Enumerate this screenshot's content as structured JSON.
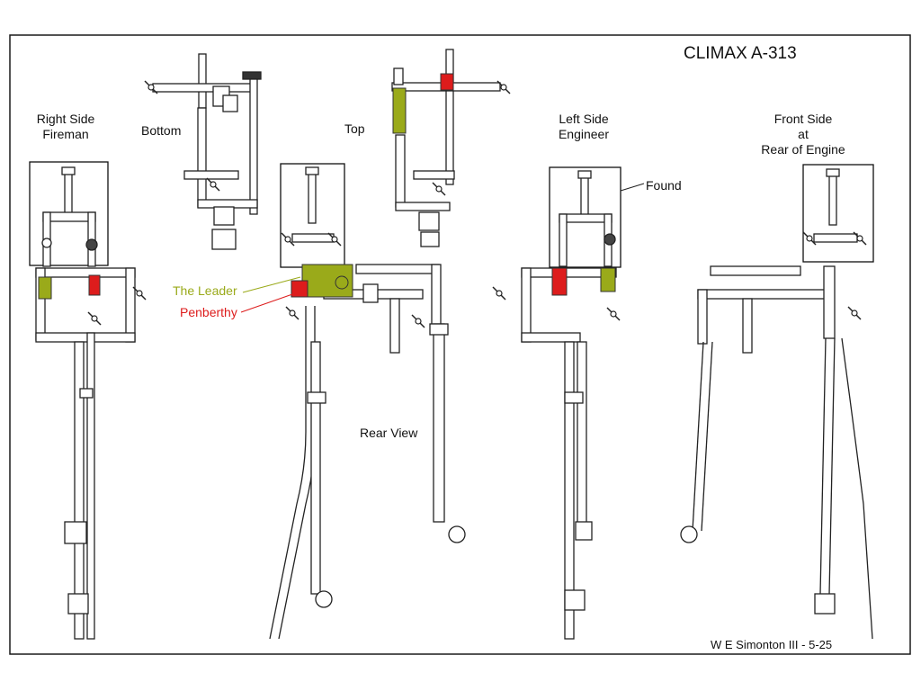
{
  "title": "CLIMAX A-313",
  "signature": "W E Simonton III - 5-25",
  "views": {
    "right_side": [
      "Right Side",
      "Fireman"
    ],
    "bottom": "Bottom",
    "top": "Top",
    "left_side": [
      "Left Side",
      "Engineer"
    ],
    "front_side": [
      "Front Side",
      "at",
      "Rear of Engine"
    ],
    "rear": "Rear View"
  },
  "callouts": {
    "found": "Found",
    "leader": "The Leader",
    "penberthy": "Penberthy"
  },
  "colors": {
    "leader": "#9aaa1a",
    "penberthy": "#dd1c1c",
    "line": "#1a1a1a"
  }
}
